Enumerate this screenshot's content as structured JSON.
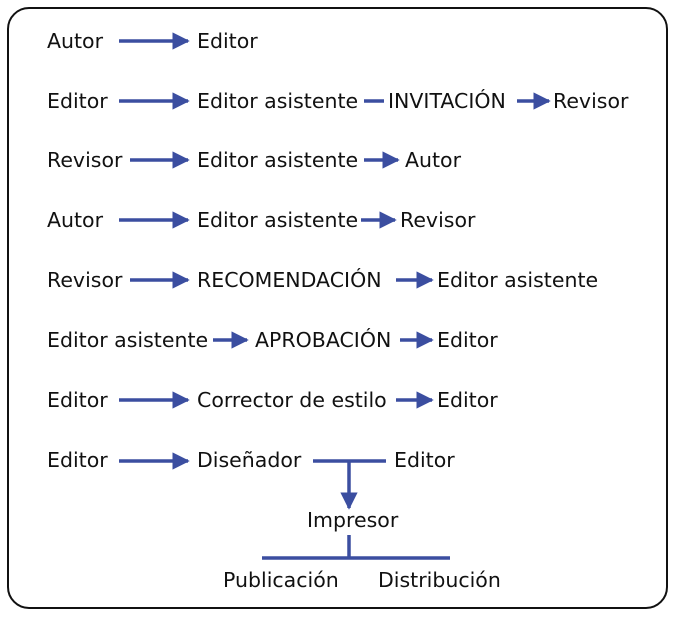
{
  "diagram": {
    "accent_color": "#3b4ea0",
    "rows": [
      {
        "from": "Autor",
        "mid": "Editor"
      },
      {
        "from": "Editor",
        "mid": "Editor asistente",
        "stage": "INVITACIÓN",
        "to": "Revisor"
      },
      {
        "from": "Revisor",
        "mid": "Editor asistente",
        "to": "Autor"
      },
      {
        "from": "Autor",
        "mid": "Editor asistente",
        "to": "Revisor"
      },
      {
        "from": "Revisor",
        "mid": "RECOMENDACIÓN",
        "to": "Editor asistente"
      },
      {
        "from": "Editor asistente",
        "mid": "APROBACIÓN",
        "to": "Editor"
      },
      {
        "from": "Editor",
        "mid": "Corrector de estilo",
        "to": "Editor"
      },
      {
        "from": "Editor",
        "mid": "Diseñador",
        "to": "Editor"
      }
    ],
    "printer": "Impresor",
    "outputs": [
      "Publicación",
      "Distribución"
    ]
  }
}
